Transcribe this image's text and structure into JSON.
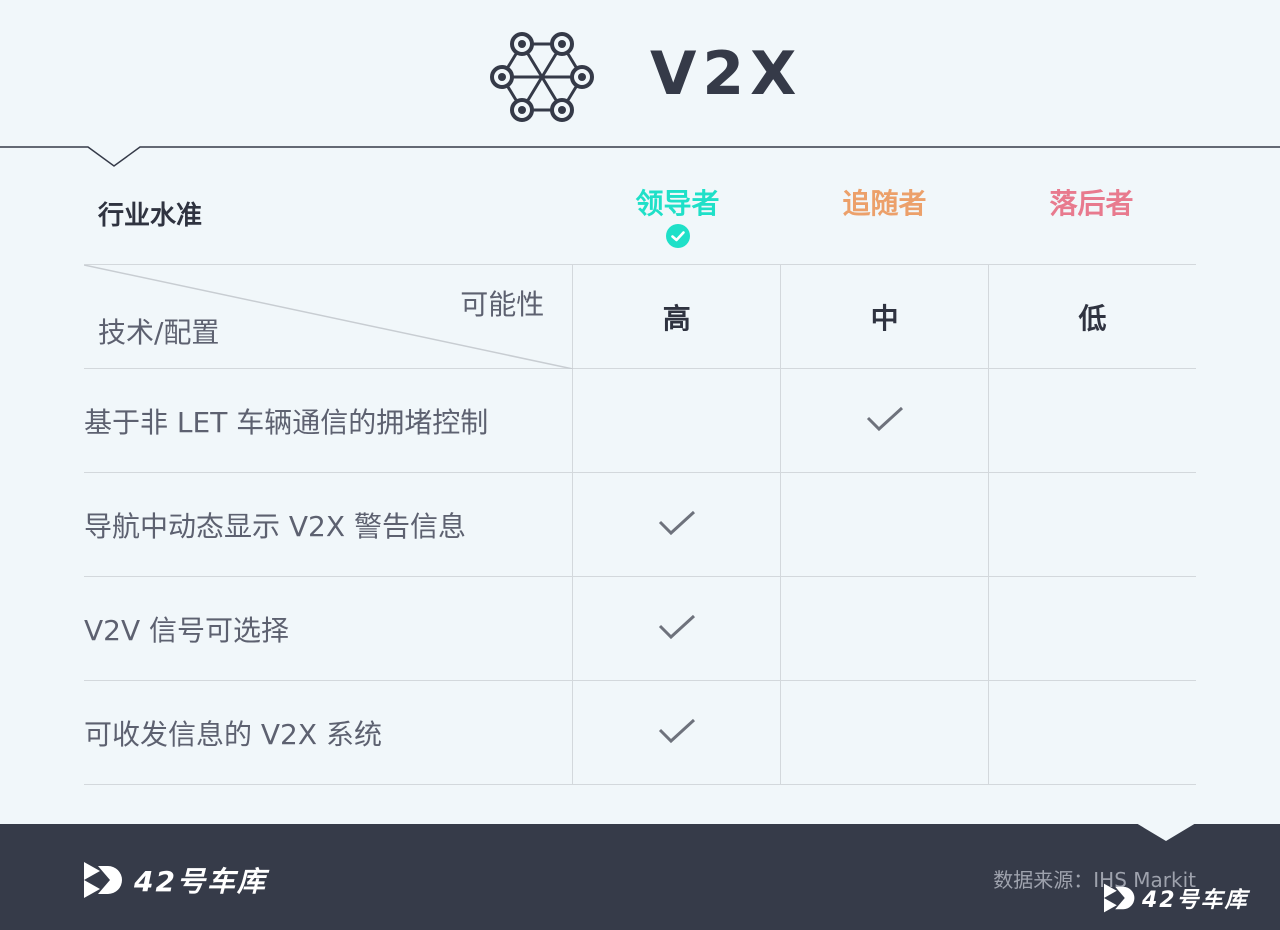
{
  "header": {
    "title": "V2X",
    "icon": "v2x-network-icon"
  },
  "columns": {
    "level_label": "行业水准",
    "leader": "领导者",
    "follower": "追随者",
    "laggard": "落后者"
  },
  "table": {
    "corner_top": "可能性",
    "corner_bottom": "技术/配置",
    "levels": [
      "高",
      "中",
      "低"
    ],
    "rows": [
      {
        "label": "基于非 LET 车辆通信的拥堵控制",
        "checked_column": "中"
      },
      {
        "label": "导航中动态显示 V2X 警告信息",
        "checked_column": "高"
      },
      {
        "label": "V2V 信号可选择",
        "checked_column": "高"
      },
      {
        "label": "可收发信息的 V2X 系统",
        "checked_column": "高"
      }
    ]
  },
  "footer": {
    "brand": "42号车库",
    "source": "数据来源：IHS Markit",
    "watermark": "42号车库"
  },
  "colors": {
    "leader": "#1fe0c8",
    "follower": "#eca06a",
    "laggard": "#e87a8e",
    "footer_bg": "#363b49",
    "page_bg": "#f1f7fa"
  }
}
